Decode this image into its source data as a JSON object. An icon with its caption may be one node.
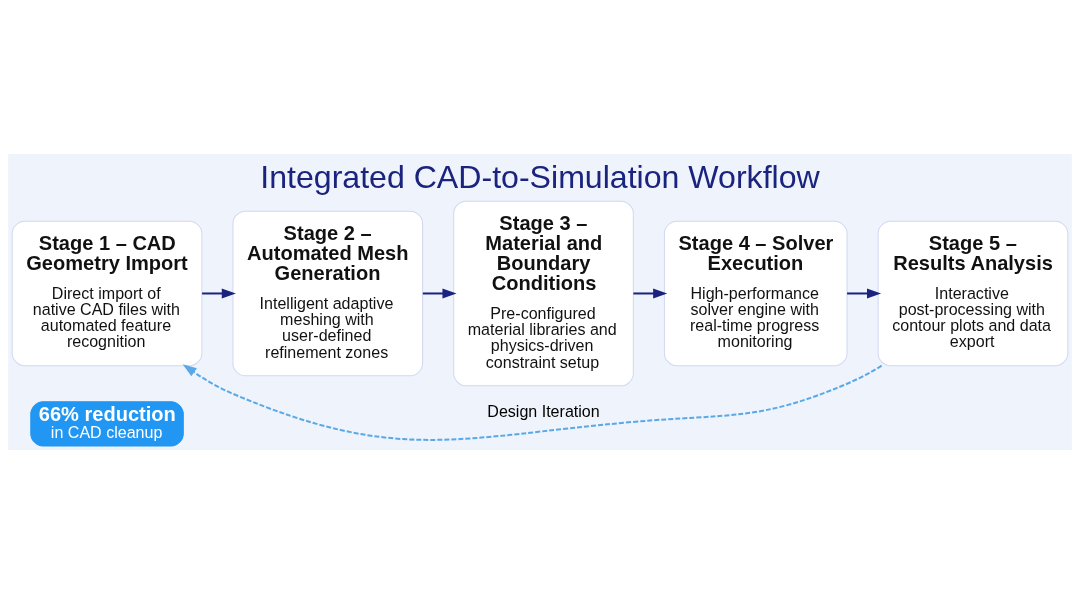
{
  "diagram": {
    "title": "Integrated CAD-to-Simulation Workflow",
    "nodes": [
      {
        "text": [
          "66% reduction",
          "in CAD cleanup"
        ]
      },
      {
        "text": [
          "Stage 1 – CAD Geometry Import",
          "Direct import of native CAD files with automated feature recognition"
        ]
      },
      {
        "text": [
          "Stage 2 – Automated Mesh Generation",
          "Intelligent adaptive meshing with user-defined refinement zones"
        ]
      },
      {
        "text": [
          "Stage 3 – Material and Boundary Conditions",
          "Pre-configured material libraries and physics-driven constraint setup"
        ]
      },
      {
        "text": [
          "Stage 4 – Solver Execution",
          "High-performance solver engine with real-time progress monitoring"
        ]
      },
      {
        "text": [
          "Stage 5 – Results Analysis",
          "Interactive post-processing with contour plots and data export"
        ]
      }
    ],
    "edges": [
      {
        "from": 1,
        "to": 2,
        "arrow": "to"
      },
      {
        "from": 2,
        "to": 3,
        "arrow": "to"
      },
      {
        "from": 3,
        "to": 4,
        "arrow": "to"
      },
      {
        "from": 4,
        "to": 5,
        "arrow": "to"
      },
      {
        "from": 5,
        "to": 1,
        "arrow": "to",
        "label": "Design Iteration",
        "style": "dashed",
        "color": "#5aa9e6"
      }
    ]
  }
}
